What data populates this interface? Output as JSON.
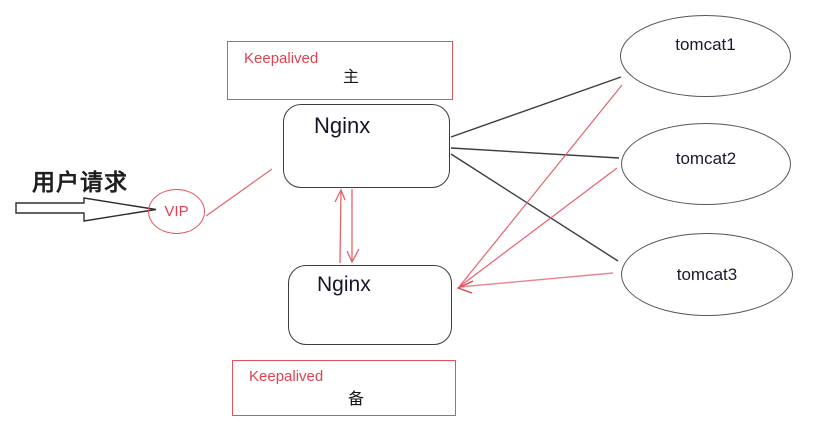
{
  "diagram": {
    "client": {
      "label": "用户请求"
    },
    "vip": {
      "label": "VIP"
    },
    "keepalived_master": {
      "label": "Keepalived",
      "role": "主"
    },
    "keepalived_backup": {
      "label": "Keepalived",
      "role": "备"
    },
    "nginx_master": {
      "label": "Nginx"
    },
    "nginx_backup": {
      "label": "Nginx"
    },
    "tomcats": [
      {
        "label": "tomcat1"
      },
      {
        "label": "tomcat2"
      },
      {
        "label": "tomcat3"
      }
    ],
    "colors": {
      "red_accent": "#e0424f",
      "red_line": "#e2636d",
      "black_line": "#3c3c3c",
      "text_dark": "#19192e"
    },
    "edges": [
      {
        "from": "用户请求",
        "to": "VIP",
        "style": "block-arrow",
        "color": "black"
      },
      {
        "from": "VIP",
        "to": "Nginx(主)",
        "style": "line",
        "color": "red"
      },
      {
        "from": "Nginx(备)",
        "to": "Nginx(主)",
        "style": "arrow-up",
        "color": "red"
      },
      {
        "from": "Nginx(主)",
        "to": "Nginx(备)",
        "style": "arrow-down",
        "color": "red"
      },
      {
        "from": "Nginx(主)",
        "to": "tomcat1",
        "style": "line",
        "color": "black"
      },
      {
        "from": "Nginx(主)",
        "to": "tomcat2",
        "style": "line",
        "color": "black"
      },
      {
        "from": "Nginx(主)",
        "to": "tomcat3",
        "style": "line",
        "color": "black"
      },
      {
        "from": "tomcat1",
        "to": "Nginx(备)",
        "style": "line-arrow-at-nginx",
        "color": "red"
      },
      {
        "from": "tomcat2",
        "to": "Nginx(备)",
        "style": "line-arrow-at-nginx",
        "color": "red"
      },
      {
        "from": "tomcat3",
        "to": "Nginx(备)",
        "style": "line-arrow-at-nginx",
        "color": "red"
      }
    ]
  }
}
